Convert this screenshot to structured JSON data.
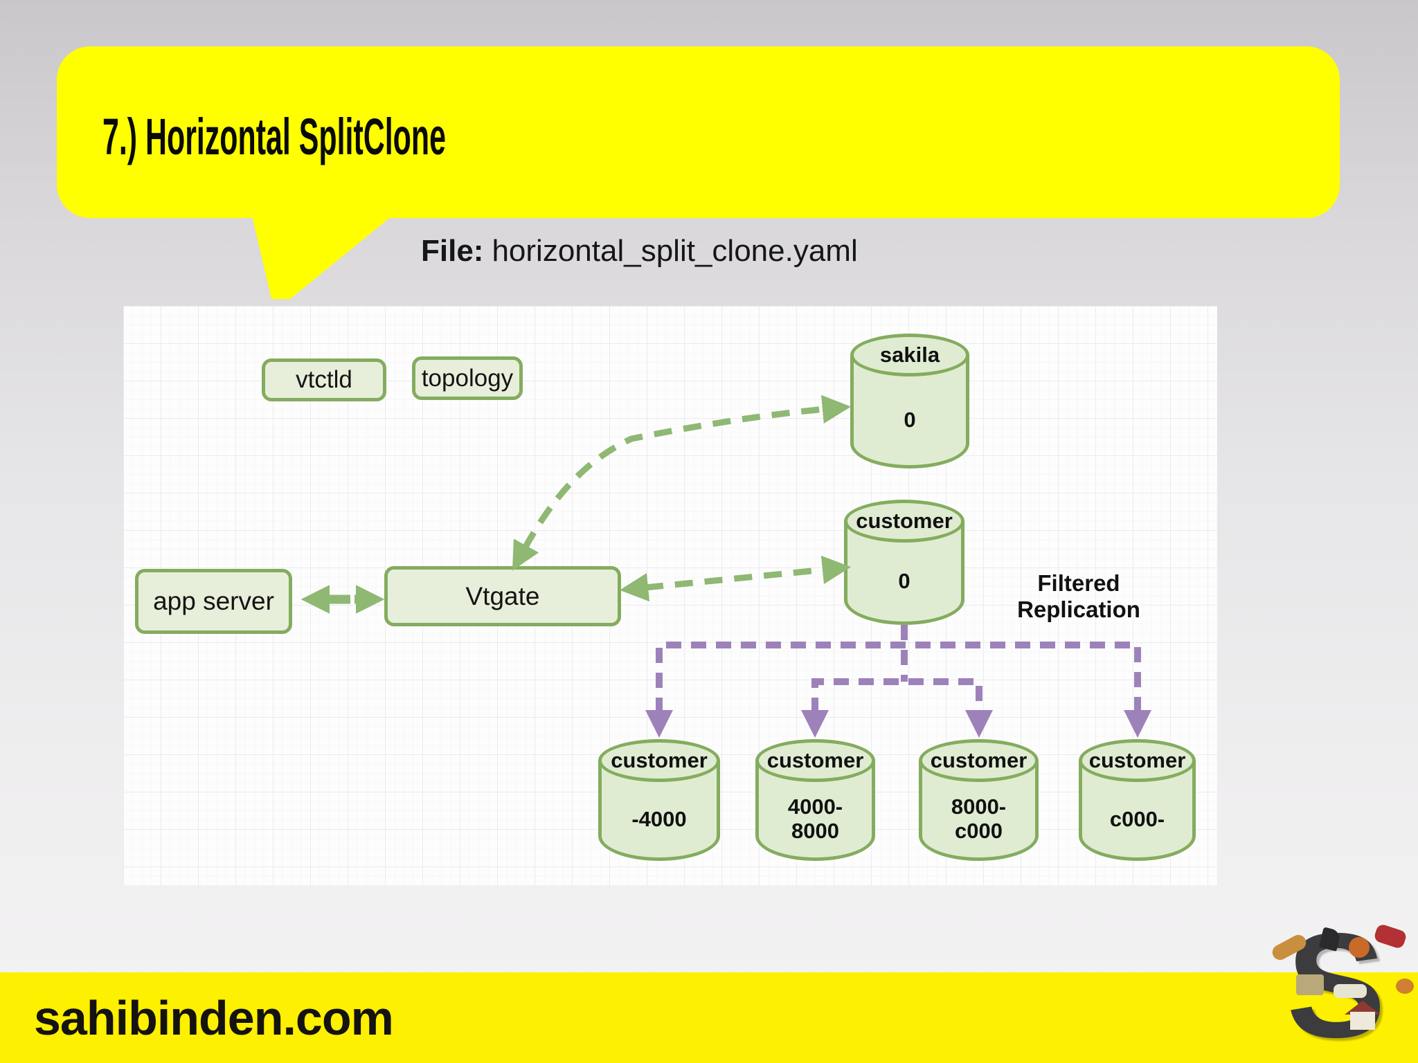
{
  "header": {
    "title": "7.) Horizontal SplitClone"
  },
  "file_line": {
    "label": "File:",
    "value": "horizontal_split_clone.yaml"
  },
  "diagram": {
    "boxes": {
      "vtctld": "vtctld",
      "topology": "topology",
      "app_server": "app server",
      "vtgate": "Vtgate"
    },
    "databases": {
      "sakila": {
        "name": "sakila",
        "shard": "0"
      },
      "customer": {
        "name": "customer",
        "shard": "0"
      }
    },
    "shards": [
      {
        "name": "customer",
        "range": "-4000"
      },
      {
        "name": "customer",
        "range": "4000-\n8000"
      },
      {
        "name": "customer",
        "range": "8000-\nc000"
      },
      {
        "name": "customer",
        "range": "c000-"
      }
    ],
    "annotation": "Filtered\nReplication"
  },
  "footer": {
    "brand": "sahibinden.com",
    "logo_letter": "S"
  },
  "colors": {
    "bubble_yellow": "#ffff00",
    "footer_yellow": "#fdf000",
    "node_fill": "#e7efdb",
    "node_border": "#84ac5e",
    "cylinder_fill": "#dfecd2",
    "arrow_green": "#8fb873",
    "replication_purple": "#9d82ba",
    "ink": "#141414"
  }
}
